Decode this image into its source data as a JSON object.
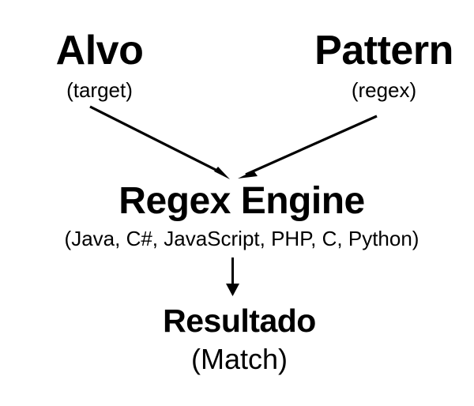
{
  "diagram": {
    "type": "flowchart",
    "background_color": "#ffffff",
    "text_color": "#000000",
    "nodes": {
      "target": {
        "title": "Alvo",
        "subtitle": "(target)"
      },
      "pattern": {
        "title": "Pattern",
        "subtitle": "(regex)"
      },
      "engine": {
        "title": "Regex Engine",
        "subtitle": "(Java, C#, JavaScript, PHP, C, Python)",
        "languages": [
          "Java",
          "C#",
          "JavaScript",
          "PHP",
          "C",
          "Python"
        ]
      },
      "result": {
        "title": "Resultado",
        "subtitle": "(Match)"
      }
    },
    "arrows": [
      {
        "name": "arrow-target-to-engine",
        "from": "target",
        "to": "engine"
      },
      {
        "name": "arrow-pattern-to-engine",
        "from": "pattern",
        "to": "engine"
      },
      {
        "name": "arrow-engine-to-result",
        "from": "engine",
        "to": "result"
      }
    ]
  }
}
